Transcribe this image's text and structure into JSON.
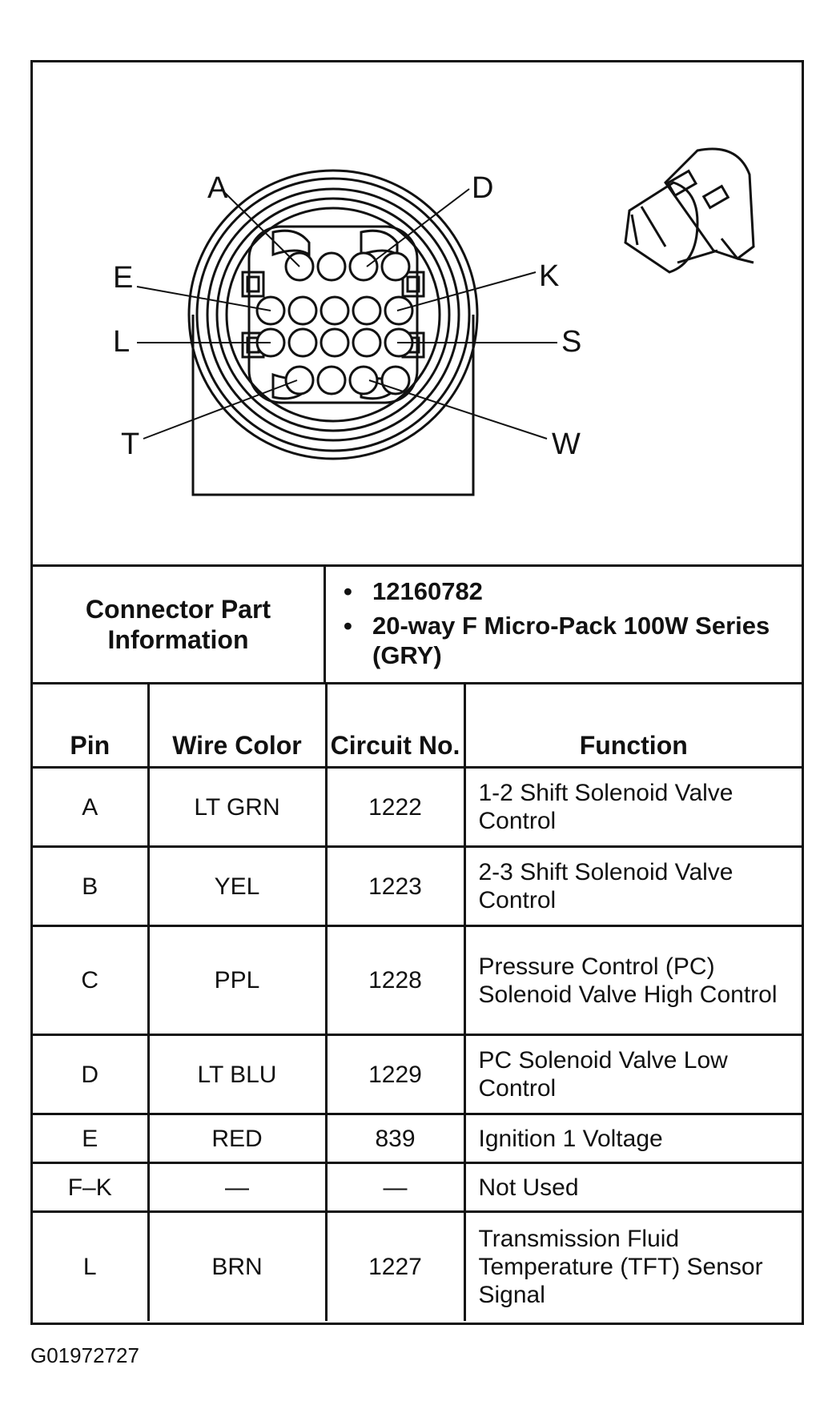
{
  "diagram": {
    "pin_labels": [
      "A",
      "D",
      "E",
      "K",
      "L",
      "S",
      "T",
      "W"
    ]
  },
  "connector_info": {
    "label": "Connector Part Information",
    "items": [
      "12160782",
      "20-way F Micro-Pack 100W Series (GRY)"
    ]
  },
  "table": {
    "headers": {
      "pin": "Pin",
      "wire_color": "Wire Color",
      "circuit": "Circuit No.",
      "function": "Function"
    },
    "rows": [
      {
        "pin": "A",
        "wire_color": "LT GRN",
        "circuit": "1222",
        "function": "1-2 Shift Solenoid Valve Control"
      },
      {
        "pin": "B",
        "wire_color": "YEL",
        "circuit": "1223",
        "function": "2-3 Shift Solenoid Valve Control"
      },
      {
        "pin": "C",
        "wire_color": "PPL",
        "circuit": "1228",
        "function": "Pressure Control (PC) Solenoid Valve High Control"
      },
      {
        "pin": "D",
        "wire_color": "LT BLU",
        "circuit": "1229",
        "function": "PC Solenoid Valve Low Control"
      },
      {
        "pin": "E",
        "wire_color": "RED",
        "circuit": "839",
        "function": "Ignition 1 Voltage"
      },
      {
        "pin": "F–K",
        "wire_color": "—",
        "circuit": "—",
        "function": "Not Used"
      },
      {
        "pin": "L",
        "wire_color": "BRN",
        "circuit": "1227",
        "function": "Transmission Fluid Temperature (TFT) Sensor Signal"
      }
    ]
  },
  "footer_id": "G01972727"
}
